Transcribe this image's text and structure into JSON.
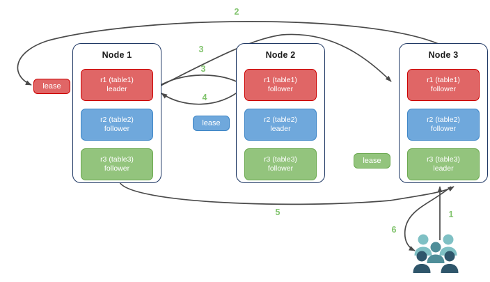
{
  "diagram": {
    "title": "Multi-raft lease / request routing diagram",
    "colors": {
      "replica_red_fill": "#e06666",
      "replica_red_border": "#cc0000",
      "replica_blue_fill": "#6fa8dc",
      "replica_blue_border": "#3d85c6",
      "replica_green_fill": "#93c47d",
      "replica_green_border": "#6aa84f",
      "node_border": "#1f3864",
      "edge_stroke": "#4a4a4a",
      "edge_label": "#82c46e",
      "client_light": "#7fc0c4",
      "client_mid": "#4f8e99",
      "client_dark": "#2f566b"
    }
  },
  "nodes": [
    {
      "id": "node-1",
      "title": "Node 1",
      "replicas": [
        {
          "id": "r1",
          "range": "r1 (table1)",
          "role": "leader",
          "color": "red"
        },
        {
          "id": "r2",
          "range": "r2 (table2)",
          "role": "follower",
          "color": "blue"
        },
        {
          "id": "r3",
          "range": "r3 (table3)",
          "role": "follower",
          "color": "green"
        }
      ]
    },
    {
      "id": "node-2",
      "title": "Node 2",
      "replicas": [
        {
          "id": "r1",
          "range": "r1 (table1)",
          "role": "follower",
          "color": "red"
        },
        {
          "id": "r2",
          "range": "r2 (table2)",
          "role": "leader",
          "color": "blue"
        },
        {
          "id": "r3",
          "range": "r3 (table3)",
          "role": "follower",
          "color": "green"
        }
      ]
    },
    {
      "id": "node-3",
      "title": "Node 3",
      "replicas": [
        {
          "id": "r1",
          "range": "r1 (table1)",
          "role": "follower",
          "color": "red"
        },
        {
          "id": "r2",
          "range": "r2 (table2)",
          "role": "follower",
          "color": "blue"
        },
        {
          "id": "r3",
          "range": "r3 (table3)",
          "role": "leader",
          "color": "green"
        }
      ]
    }
  ],
  "leases": [
    {
      "id": "lease-r1",
      "label": "lease",
      "color": "red",
      "for_replica": "r1 (table1)"
    },
    {
      "id": "lease-r2",
      "label": "lease",
      "color": "blue",
      "for_replica": "r2 (table2)"
    },
    {
      "id": "lease-r3",
      "label": "lease",
      "color": "green",
      "for_replica": "r3 (table3)"
    }
  ],
  "edge_labels": [
    {
      "id": "edge-2",
      "text": "2"
    },
    {
      "id": "edge-3a",
      "text": "3"
    },
    {
      "id": "edge-3b",
      "text": "3"
    },
    {
      "id": "edge-4",
      "text": "4"
    },
    {
      "id": "edge-5",
      "text": "5"
    },
    {
      "id": "edge-1",
      "text": "1"
    },
    {
      "id": "edge-6",
      "text": "6"
    }
  ],
  "clients": {
    "icon": "people-group-icon",
    "figure_count": 6
  }
}
